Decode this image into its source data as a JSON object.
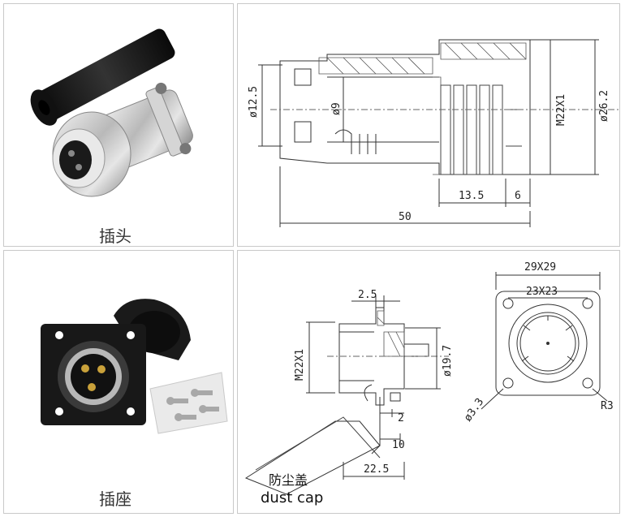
{
  "plug": {
    "label": "插头",
    "dims": {
      "d12_5": "ø12.5",
      "d9": "ø9",
      "m22": "M22X1",
      "d26_2": "ø26.2",
      "l13_5": "13.5",
      "l6": "6",
      "l50": "50"
    }
  },
  "socket": {
    "label": "插座",
    "dims": {
      "l2_5": "2.5",
      "m22": "M22X1",
      "d19_7": "ø19.7",
      "l2": "2",
      "l10": "10",
      "l22_5": "22.5",
      "sq29": "29X29",
      "sq23": "23X23",
      "d3_3": "ø3.3",
      "r3": "R3"
    },
    "dust_cap_cn": "防尘盖",
    "dust_cap_en": "dust cap"
  },
  "colors": {
    "metal": "#c8c8c8",
    "rubber": "#1a1a1a",
    "line": "#333333"
  }
}
